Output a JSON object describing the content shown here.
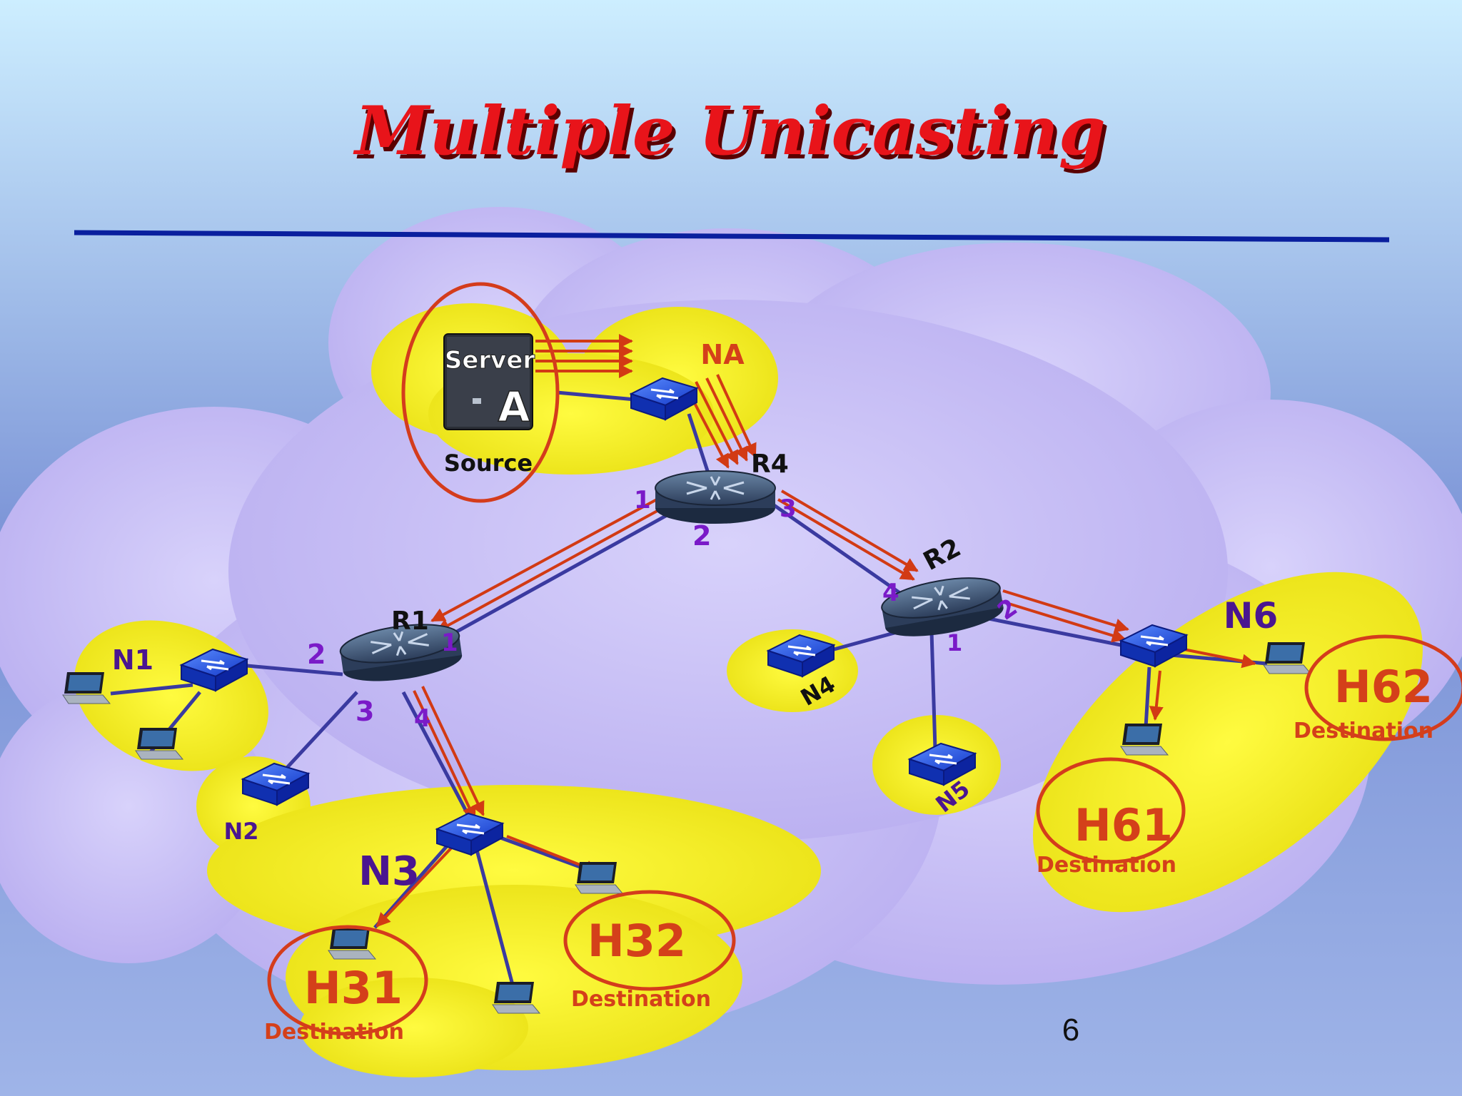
{
  "slide": {
    "title": "Multiple Unicasting",
    "page_number": "6"
  },
  "networks": {
    "na": "NA",
    "n1": "N1",
    "n2": "N2",
    "n3": "N3",
    "n4": "N4",
    "n5": "N5",
    "n6": "N6"
  },
  "routers": {
    "r1": "R1",
    "r2": "R2",
    "r4": "R4"
  },
  "server": {
    "label": "Server",
    "letter": "A",
    "role": "Source"
  },
  "ports": {
    "r4_1": "1",
    "r4_2": "2",
    "r4_3": "3",
    "r1_1": "1",
    "r1_2": "2",
    "r1_3": "3",
    "r1_4": "4",
    "r2_1": "1",
    "r2_2": "2",
    "r2_4": "4"
  },
  "hosts": [
    {
      "name": "H31",
      "role": "Destination"
    },
    {
      "name": "H32",
      "role": "Destination"
    },
    {
      "name": "H61",
      "role": "Destination"
    },
    {
      "name": "H62",
      "role": "Destination"
    }
  ],
  "colors": {
    "arrow": "#d23a14",
    "link": "#3a3aa0",
    "cloud": "#bdb2f2",
    "lan": "#f7f020",
    "title": "#e8141a",
    "host_label": "#d4401a",
    "network_label": "#4a1690",
    "port_label": "#7a1ac8"
  },
  "icons": {
    "router": "router-icon",
    "switch": "switch-icon",
    "server": "server-icon",
    "laptop": "laptop-icon"
  }
}
